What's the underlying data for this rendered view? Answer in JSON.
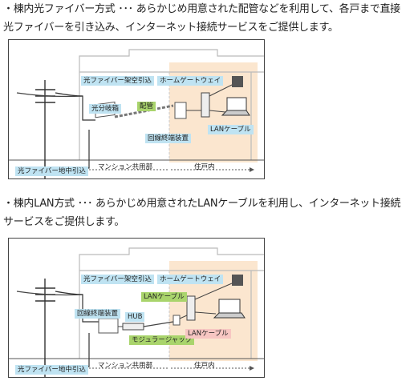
{
  "section1": {
    "line1": "・棟内光ファイバー方式 ･･･ あらかじめ用意された配管などを利用して、各戸まで直接",
    "line2": "光ファイバーを引き込み、インターネット接続サービスをご提供します。"
  },
  "section2": {
    "line1": "・棟内LAN方式 ･･･ あらかじめ用意されたLANケーブルを利用し、インターネット接続",
    "line2": "サービスをご提供します。"
  },
  "diagram1": {
    "overhead": "光ファイバー架空引込",
    "home_gateway": "ホームゲートウェイ",
    "splitter": "光分岐箱",
    "conduit": "配管",
    "lan_cable": "LANケーブル",
    "onu": "回線終端装置",
    "underground": "光ファイバー地中引込",
    "common_area": "マンション共用部",
    "unit_interior": "住戸内"
  },
  "diagram2": {
    "overhead": "光ファイバー架空引込",
    "home_gateway": "ホームゲートウェイ",
    "lan_cable_small": "LANケーブル",
    "onu": "回線終端装置",
    "hub": "HUB",
    "modular_jack": "モジュラージャック",
    "lan_cable": "LANケーブル",
    "underground": "光ファイバー地中引込",
    "common_area": "マンション共用部",
    "unit_interior": "住戸内"
  },
  "colors": {
    "label_blue": "#bfe3f2",
    "label_green": "#a9d46c",
    "label_pink": "#f7c6c2",
    "unit_area": "#fbe6cf"
  }
}
